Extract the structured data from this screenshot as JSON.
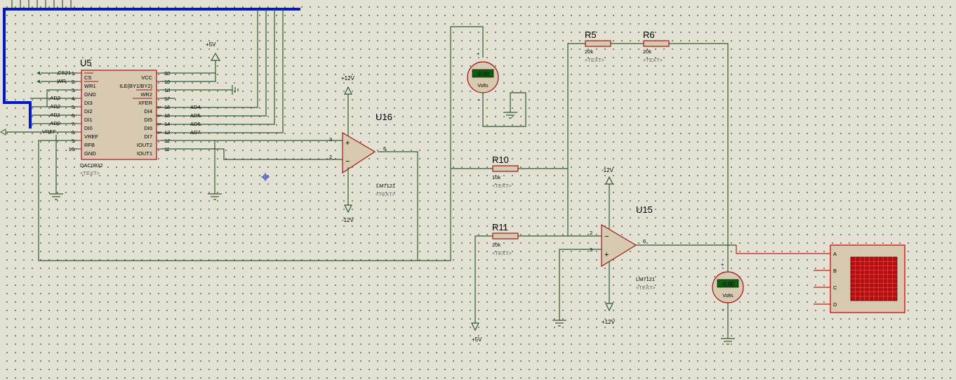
{
  "u5": {
    "ref": "U5",
    "part": "DAC0832",
    "text": "<TEXT>",
    "left_pins": [
      {
        "num": "1",
        "name": "CS",
        "net": "CS21"
      },
      {
        "num": "2",
        "name": "WR1",
        "net": "WR"
      },
      {
        "num": "3",
        "name": "GND",
        "net": ""
      },
      {
        "num": "4",
        "name": "DI3",
        "net": "AD3"
      },
      {
        "num": "5",
        "name": "DI2",
        "net": "AD2"
      },
      {
        "num": "6",
        "name": "DI1",
        "net": "AD1"
      },
      {
        "num": "7",
        "name": "DI0",
        "net": "AD0"
      },
      {
        "num": "8",
        "name": "VREF",
        "net": "VREF"
      },
      {
        "num": "9",
        "name": "RFB",
        "net": ""
      },
      {
        "num": "10",
        "name": "GND",
        "net": ""
      }
    ],
    "right_pins": [
      {
        "num": "20",
        "name": "VCC",
        "net": ""
      },
      {
        "num": "19",
        "name": "ILE(BY1/BY2)",
        "net": ""
      },
      {
        "num": "18",
        "name": "WR2",
        "net": ""
      },
      {
        "num": "17",
        "name": "XFER",
        "net": ""
      },
      {
        "num": "16",
        "name": "DI4",
        "net": "AD4"
      },
      {
        "num": "15",
        "name": "DI5",
        "net": "AD5"
      },
      {
        "num": "14",
        "name": "DI6",
        "net": "AD6"
      },
      {
        "num": "13",
        "name": "DI7",
        "net": "AD7"
      },
      {
        "num": "12",
        "name": "IOUT2",
        "net": ""
      },
      {
        "num": "11",
        "name": "IOUT1",
        "net": ""
      }
    ]
  },
  "u16": {
    "ref": "U16",
    "part": "LM7121",
    "text": "<TEXT>",
    "pin_plus": "3",
    "pin_minus": "2",
    "pin_out": "6",
    "vpos": "+12V",
    "vneg": "-12V"
  },
  "u15": {
    "ref": "U15",
    "part": "LM7121",
    "text": "<TEXT>",
    "pin_minus": "2",
    "pin_plus": "3",
    "pin_out": "6",
    "vtop": "-12V",
    "vbot": "+12V"
  },
  "resistors": {
    "r5": {
      "ref": "R5",
      "value": "20k",
      "text": "<TEXT>"
    },
    "r6": {
      "ref": "R6",
      "value": "20k",
      "text": "<TEXT>"
    },
    "r10": {
      "ref": "R10",
      "value": "10k",
      "text": "<TEXT>"
    },
    "r11": {
      "ref": "R11",
      "value": "20k",
      "text": "<TEXT>"
    }
  },
  "power": {
    "plus5v_top": "+5V",
    "plus5v_bottom": "+5V"
  },
  "voltmeter": {
    "display": "-0.00",
    "unit": "Volts",
    "plus": "+",
    "minus": "−"
  },
  "scope": {
    "channels": [
      "A",
      "B",
      "C",
      "D"
    ]
  }
}
